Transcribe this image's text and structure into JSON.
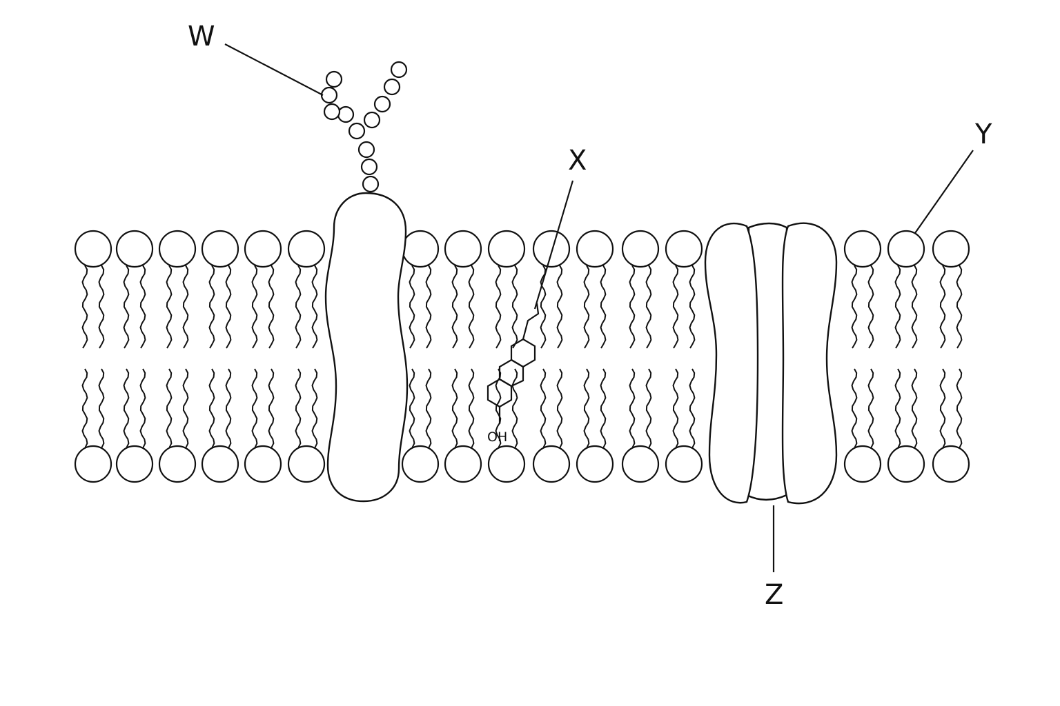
{
  "labels": {
    "w": "W",
    "x": "X",
    "y": "Y",
    "z": "Z",
    "oh": "OH"
  }
}
